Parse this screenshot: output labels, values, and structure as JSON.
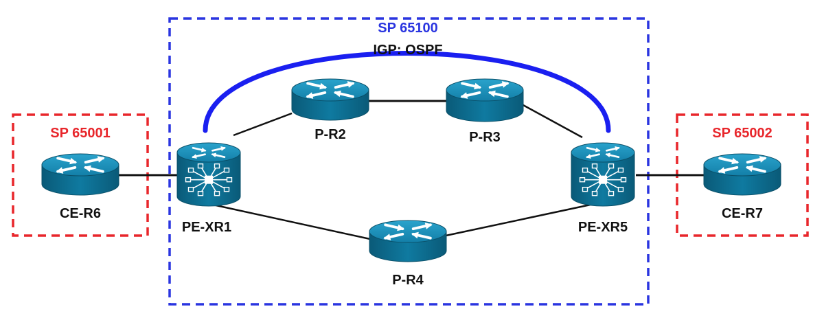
{
  "domains": {
    "core": {
      "title": "SP 65100",
      "subtitle": "IGP: OSPF"
    },
    "left": {
      "title": "SP 65001"
    },
    "right": {
      "title": "SP 65002"
    }
  },
  "devices": {
    "ce_r6": {
      "label": "CE-R6",
      "icon": "router-icon"
    },
    "pe_xr1": {
      "label": "PE-XR1",
      "icon": "switching-router-icon"
    },
    "p_r2": {
      "label": "P-R2",
      "icon": "router-icon"
    },
    "p_r3": {
      "label": "P-R3",
      "icon": "router-icon"
    },
    "p_r4": {
      "label": "P-R4",
      "icon": "router-icon"
    },
    "pe_xr5": {
      "label": "PE-XR5",
      "icon": "switching-router-icon"
    },
    "ce_r7": {
      "label": "CE-R7",
      "icon": "router-icon"
    }
  },
  "links": [
    [
      "ce_r6",
      "pe_xr1"
    ],
    [
      "pe_xr1",
      "p_r2"
    ],
    [
      "p_r2",
      "p_r3"
    ],
    [
      "p_r3",
      "pe_xr5"
    ],
    [
      "pe_xr1",
      "p_r4"
    ],
    [
      "p_r4",
      "pe_xr5"
    ],
    [
      "pe_xr5",
      "ce_r7"
    ]
  ],
  "overlay": {
    "name": "pe-to-pe-tunnel",
    "from": "pe_xr1",
    "to": "pe_xr5"
  },
  "colors": {
    "core_box": "#2a35e0",
    "customer_box": "#e8262b",
    "tunnel": "#1a1ff0",
    "device_body": "#0e6d8f",
    "device_top": "#1c8cb4"
  }
}
